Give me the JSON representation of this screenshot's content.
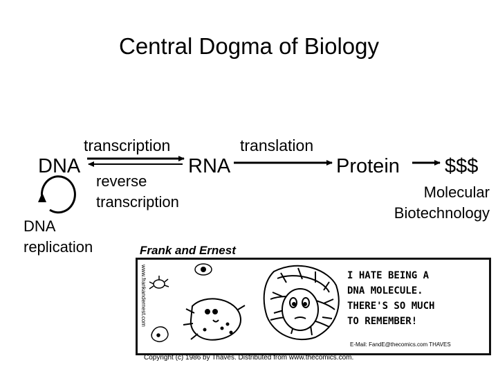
{
  "title": "Central Dogma of Biology",
  "diagram": {
    "nodes": {
      "dna": "DNA",
      "rna": "RNA",
      "protein": "Protein",
      "money": "$$$"
    },
    "edges": {
      "transcription": "transcription",
      "reverse_transcription": "reverse transcription",
      "translation": "translation",
      "dna_replication": "DNA replication",
      "molecular_biotechnology": "Molecular Biotechnology"
    }
  },
  "comic": {
    "title": "Frank and Ernest",
    "speech_lines": [
      "I HATE BEING A",
      "DNA MOLECULE.",
      "THERE'S SO MUCH",
      "TO REMEMBER!"
    ],
    "website": "www.frankandernest.com",
    "email": "E-Mail: FandE@thecomics.com",
    "signature": "THAVES",
    "copyright": "Copyright (c) 1986 by Thaves.  Distributed from www.thecomics.com."
  }
}
